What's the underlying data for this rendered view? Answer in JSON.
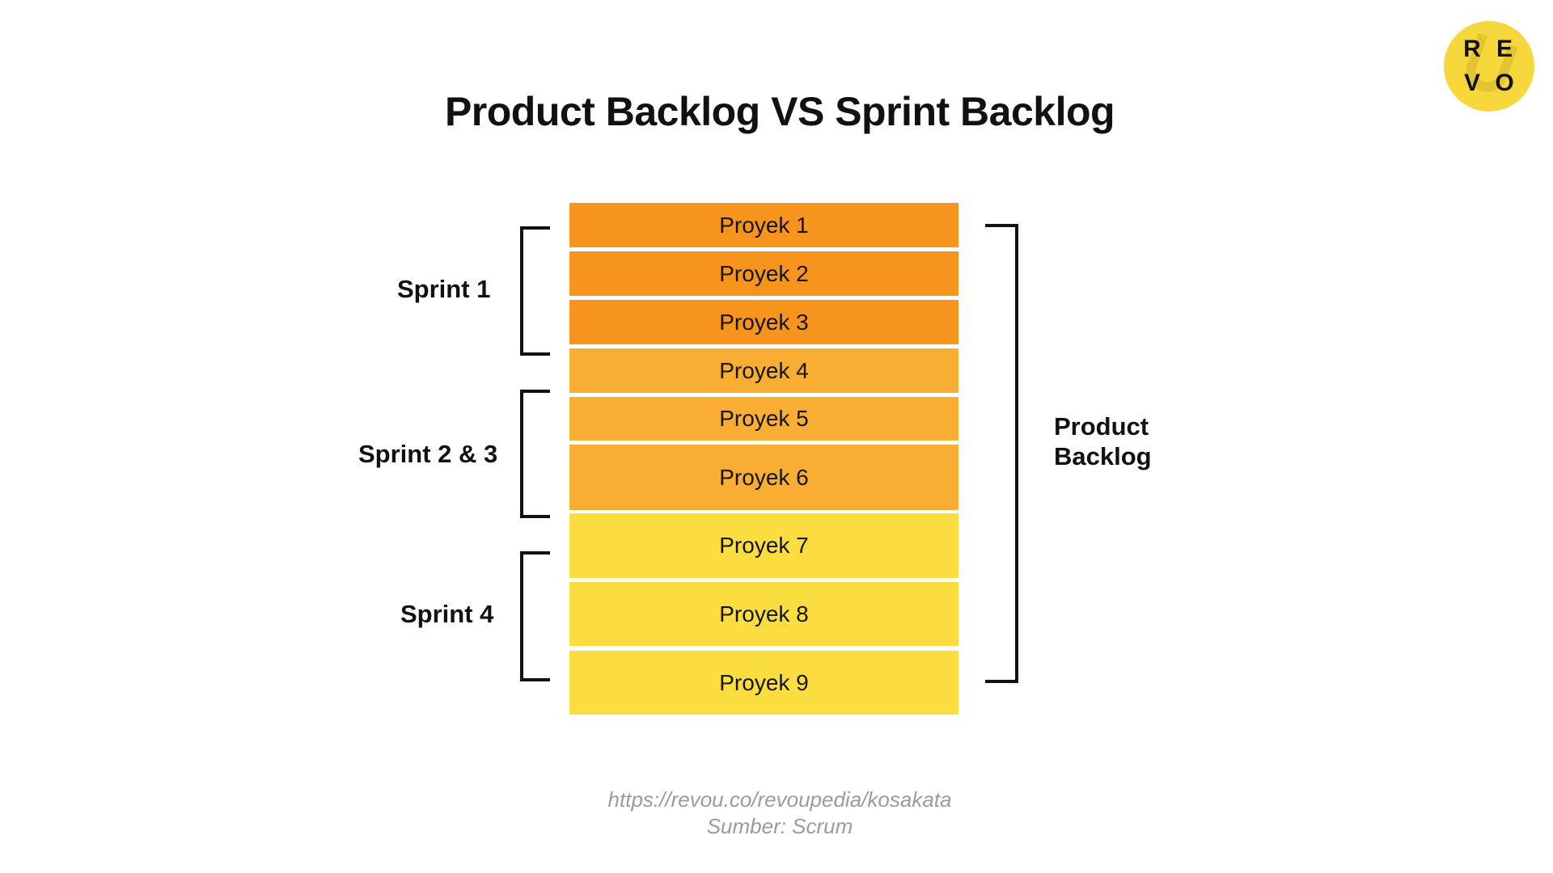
{
  "title": "Product Backlog VS Sprint Backlog",
  "logo": {
    "letters": [
      "R",
      "E",
      "V",
      "O"
    ],
    "color": "#f6d83c"
  },
  "rows": [
    {
      "label": "Proyek 1",
      "color": "#f7941d"
    },
    {
      "label": "Proyek 2",
      "color": "#f7941d"
    },
    {
      "label": "Proyek 3",
      "color": "#f7941d"
    },
    {
      "label": "Proyek 4",
      "color": "#f9ae33"
    },
    {
      "label": "Proyek 5",
      "color": "#f9ae33"
    },
    {
      "label": "Proyek 6",
      "color": "#f9ae33"
    },
    {
      "label": "Proyek 7",
      "color": "#fcdd40"
    },
    {
      "label": "Proyek 8",
      "color": "#fcdd40"
    },
    {
      "label": "Proyek 9",
      "color": "#fcdd40"
    }
  ],
  "sprints": [
    {
      "label": "Sprint 1"
    },
    {
      "label": "Sprint 2 & 3"
    },
    {
      "label": "Sprint 4"
    }
  ],
  "product_backlog_label": {
    "line1": "Product",
    "line2": "Backlog"
  },
  "footer": {
    "url": "https://revou.co/revoupedia/kosakata",
    "source": "Sumber: Scrum"
  }
}
